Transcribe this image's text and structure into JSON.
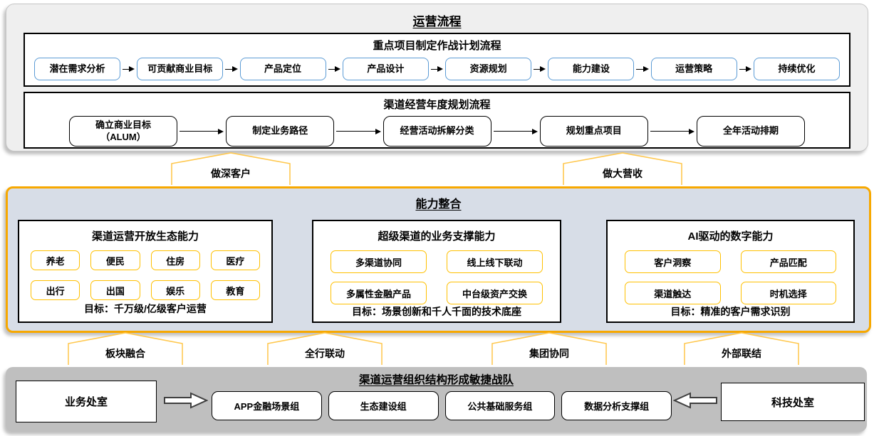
{
  "colors": {
    "flow1_box_border": "#5B9BD5",
    "capability_item_border": "#FFC000",
    "capability_panel_bg": "#D7DDE7",
    "capability_panel_border": "#F7A800",
    "banner_border": "#FFC84F",
    "org_panel_bg": "#BFBFBF",
    "top_panel_bg": "#EFEFEF"
  },
  "top_section": {
    "title": "运营流程",
    "flow1": {
      "title": "重点项目制定作战计划流程",
      "steps": [
        "潜在需求分析",
        "可贡献商业目标",
        "产品定位",
        "产品设计",
        "资源规划",
        "能力建设",
        "运营策略",
        "持续优化"
      ]
    },
    "flow2": {
      "title": "渠道经营年度规划流程",
      "steps": [
        "确立商业目标\n（ALUM）",
        "制定业务路径",
        "经营活动拆解分类",
        "规划重点项目",
        "全年活动排期"
      ]
    }
  },
  "banners_top": [
    "做深客户",
    "做大营收"
  ],
  "capability_section": {
    "title": "能力整合",
    "cards": [
      {
        "title": "渠道运营开放生态能力",
        "items": [
          "养老",
          "便民",
          "住房",
          "医疗",
          "出行",
          "出国",
          "娱乐",
          "教育"
        ],
        "goal": "目标：千万级/亿级客户运营"
      },
      {
        "title": "超级渠道的业务支撑能力",
        "items": [
          "多渠道协同",
          "线上线下联动",
          "多属性金融产品",
          "中台级资产交换"
        ],
        "goal": "目标：场景创新和千人千面的技术底座"
      },
      {
        "title": "AI驱动的数字能力",
        "items": [
          "客户洞察",
          "产品匹配",
          "渠道触达",
          "时机选择"
        ],
        "goal": "目标：精准的客户需求识别"
      }
    ]
  },
  "banners_bottom": [
    "板块融合",
    "全行联动",
    "集团协同",
    "外部联结"
  ],
  "org_section": {
    "title": "渠道运营组织结构形成敏捷战队",
    "left_box": "业务处室",
    "teams": [
      "APP金融场景组",
      "生态建设组",
      "公共基础服务组",
      "数据分析支撑组"
    ],
    "right_box": "科技处室"
  }
}
